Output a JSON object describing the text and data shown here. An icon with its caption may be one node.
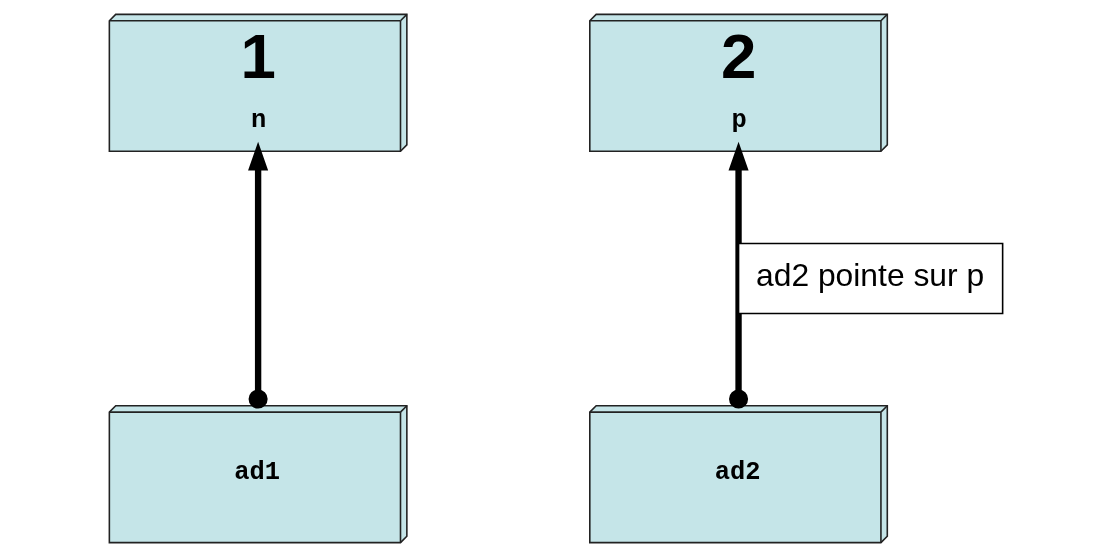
{
  "diagram": {
    "nodes": [
      {
        "text": [
          "1",
          "n"
        ]
      },
      {
        "text": [
          "2",
          "p"
        ]
      },
      {
        "text": [
          "ad1"
        ]
      },
      {
        "text": [
          "ad2"
        ]
      }
    ],
    "edges": [
      {
        "from": 2,
        "to": 0,
        "arrow": "to"
      },
      {
        "from": 3,
        "to": 1,
        "arrow": "to",
        "label": "ad2 pointe sur p"
      }
    ]
  }
}
